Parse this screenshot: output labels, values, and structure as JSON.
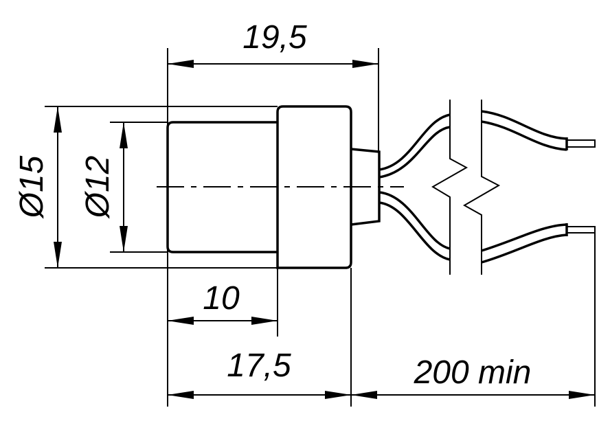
{
  "drawing": {
    "dimensions": {
      "overall_length": "19,5",
      "outer_diameter": "Ø15",
      "inner_diameter": "Ø12",
      "small_part_length": "10",
      "body_length": "17,5",
      "wire_length": "200 min"
    },
    "colors": {
      "line": "#000000",
      "background": "#ffffff"
    }
  }
}
